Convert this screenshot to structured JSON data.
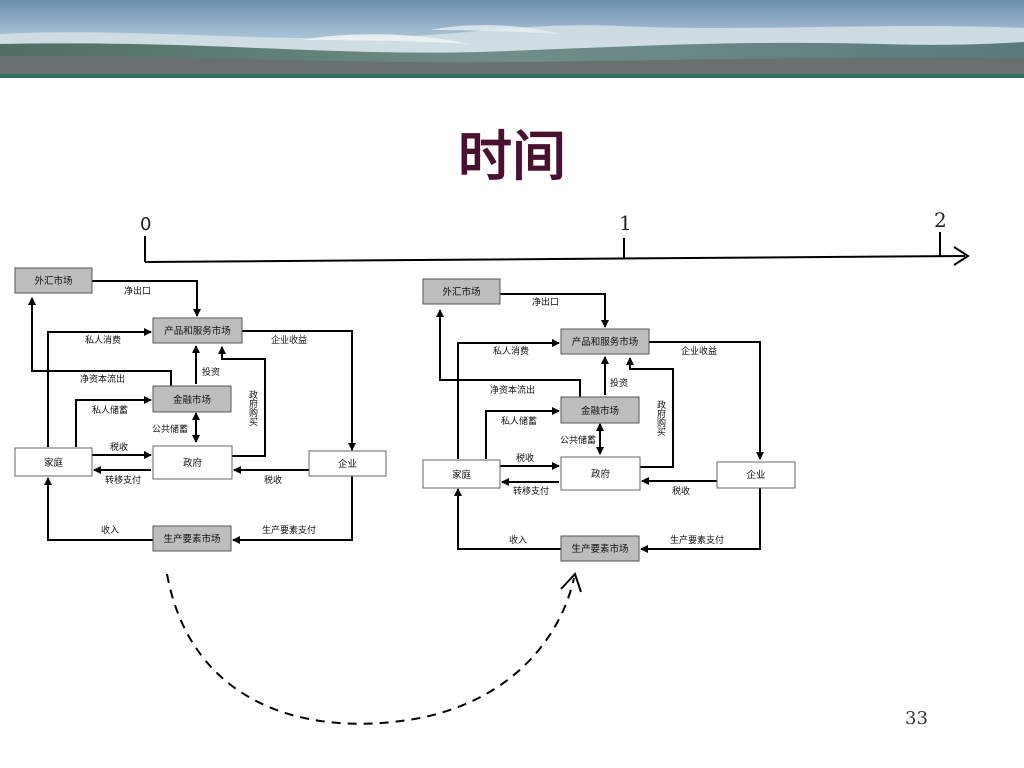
{
  "slide": {
    "title": "时间",
    "page_number": "33"
  },
  "timeline": {
    "ticks": [
      {
        "label": "0"
      },
      {
        "label": "1"
      },
      {
        "label": "2"
      }
    ]
  },
  "diagram": {
    "nodes": {
      "fx_market": "外汇市场",
      "goods_market": "产品和服务市场",
      "financial_market": "金融市场",
      "household": "家庭",
      "government": "政府",
      "firm": "企业",
      "factor_market": "生产要素市场"
    },
    "edges": {
      "net_exports": "净出口",
      "private_consumption": "私人消费",
      "firm_revenue": "企业收益",
      "investment": "投资",
      "net_capital_outflow": "净资本流出",
      "private_saving": "私人储蓄",
      "government_purchases": "政府购买",
      "public_saving": "公共储蓄",
      "taxes": "税收",
      "transfers": "转移支付",
      "firm_taxes": "税收",
      "income": "收入",
      "factor_payments": "生产要素支付"
    }
  },
  "colors": {
    "title": "#4a1030",
    "shaded_node": "#bdbdbd",
    "line": "#000000"
  }
}
